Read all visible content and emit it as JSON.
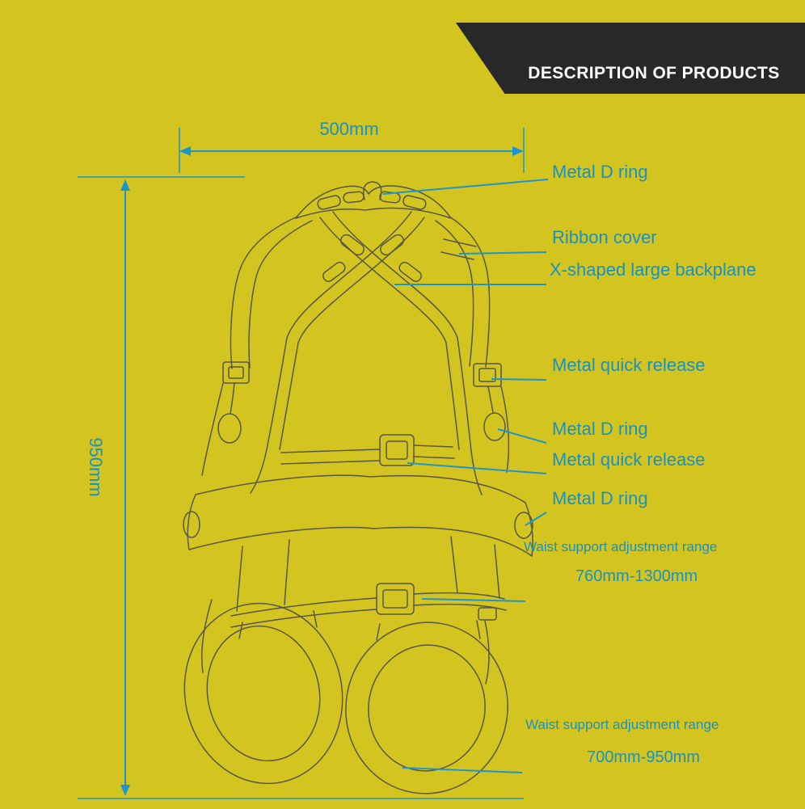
{
  "header": {
    "title": "DESCRIPTION OF PRODUCTS"
  },
  "dimensions": {
    "width": "500mm",
    "height": "950mm"
  },
  "callouts": [
    {
      "text": "Metal D ring"
    },
    {
      "text": "Ribbon cover"
    },
    {
      "text": "X-shaped large backplane"
    },
    {
      "text": "Metal quick release"
    },
    {
      "text": "Metal D ring"
    },
    {
      "text": "Metal quick release"
    },
    {
      "text": "Metal D ring"
    },
    {
      "text": "Waist support adjustment range",
      "value": "760mm-1300mm"
    },
    {
      "text": "Waist support adjustment range",
      "value": "700mm-950mm"
    }
  ],
  "colors": {
    "background": "#d4c420",
    "accent_blue": "#1692c5",
    "banner": "#282828",
    "banner_text": "#ffffff",
    "drawing_line": "#575744"
  }
}
